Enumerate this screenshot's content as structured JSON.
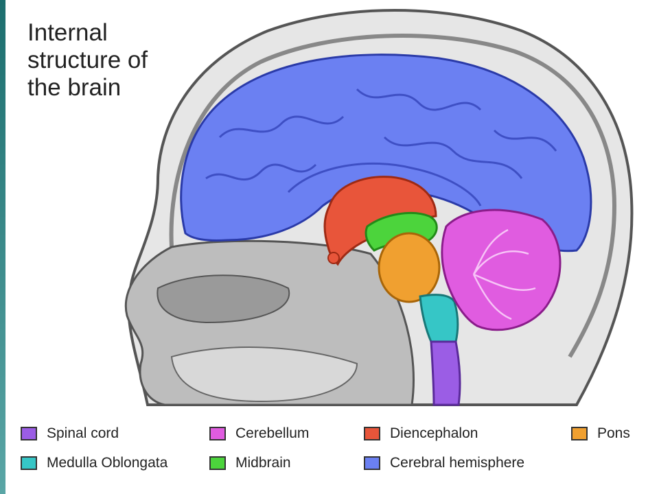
{
  "title": "Internal\nstructure of\nthe brain",
  "colors": {
    "spinal_cord": "#9b5de5",
    "cerebellum": "#e05ce0",
    "diencephalon": "#e8553a",
    "pons": "#f0a030",
    "medulla": "#36c6c6",
    "midbrain": "#4cd43c",
    "cerebral": "#6b80f2"
  },
  "legend": [
    {
      "key": "spinal_cord",
      "label": "Spinal cord",
      "color": "#9b5de5"
    },
    {
      "key": "cerebellum",
      "label": "Cerebellum",
      "color": "#e05ce0"
    },
    {
      "key": "diencephalon",
      "label": "Diencephalon",
      "color": "#e8553a"
    },
    {
      "key": "pons",
      "label": "Pons",
      "color": "#f0a030"
    },
    {
      "key": "medulla",
      "label": "Medulla Oblongata",
      "color": "#36c6c6"
    },
    {
      "key": "midbrain",
      "label": "Midbrain",
      "color": "#4cd43c"
    },
    {
      "key": "cerebral",
      "label": "Cerebral hemisphere",
      "color": "#6b80f2"
    }
  ]
}
